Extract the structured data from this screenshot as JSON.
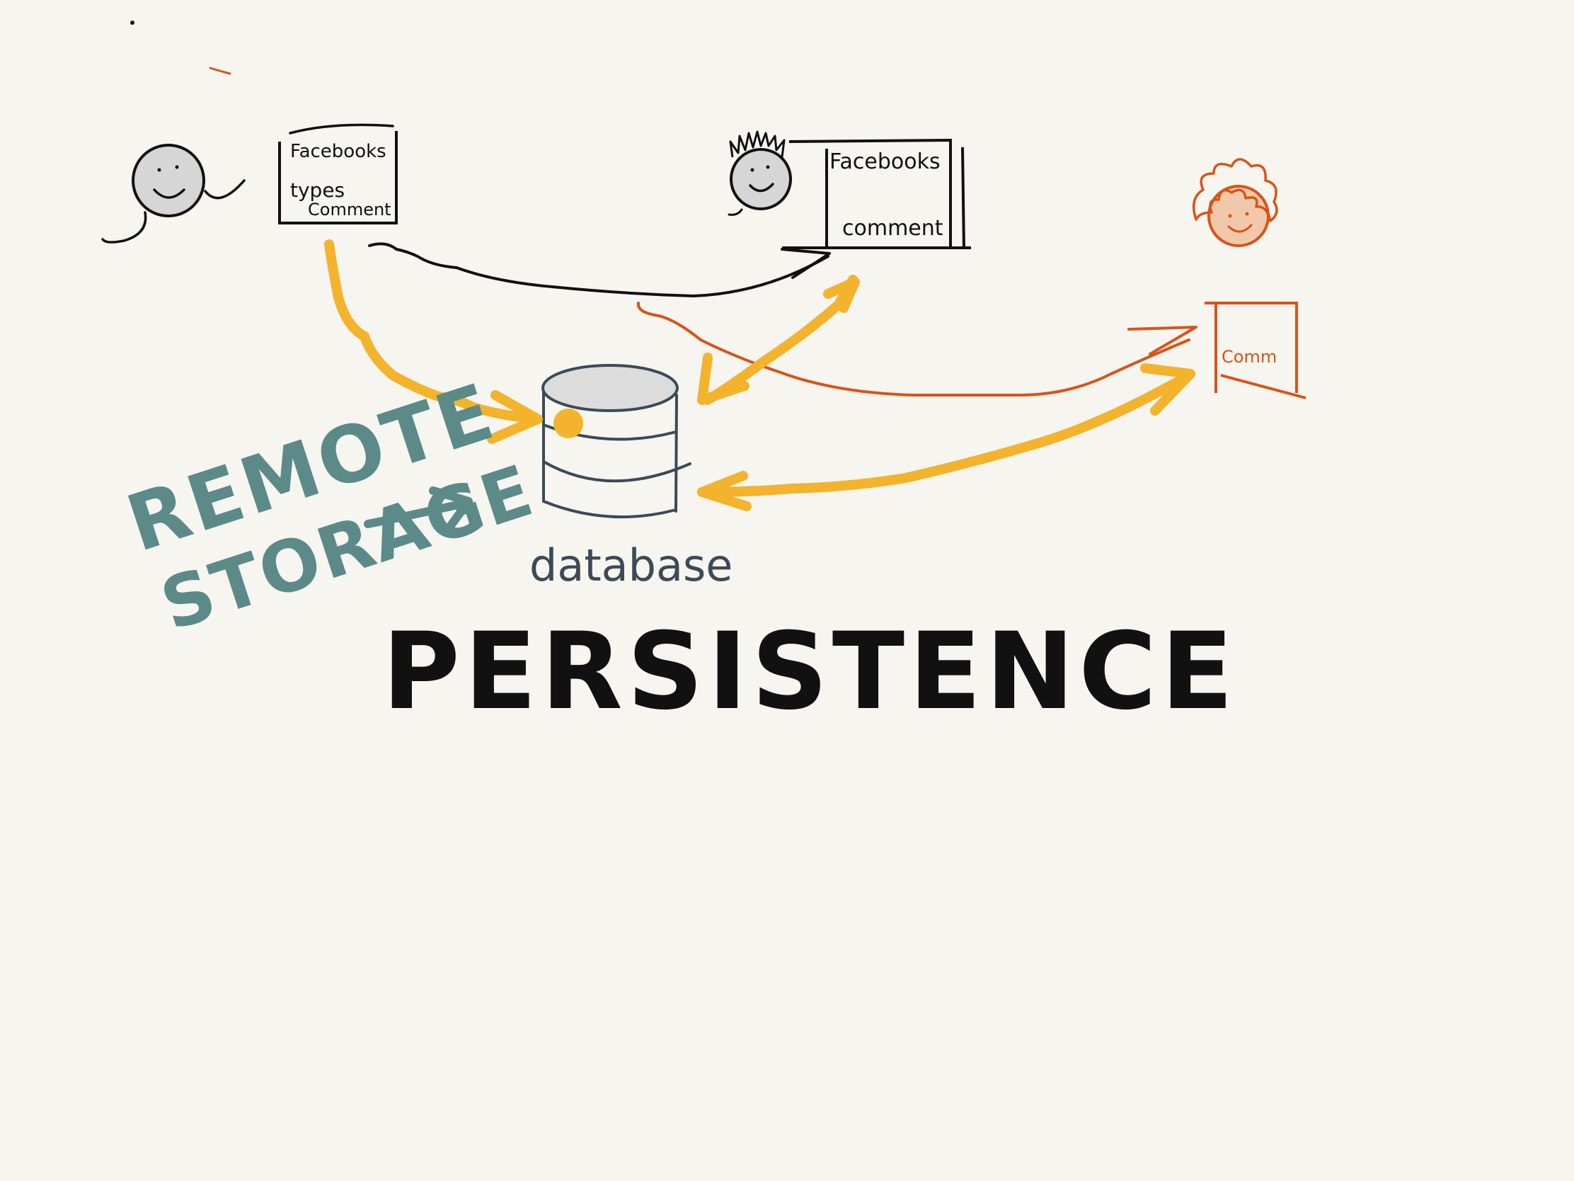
{
  "diagram": {
    "title": "PERSISTENCE",
    "side_label_line1": "REMOTE",
    "side_label_line2": "STORAGE",
    "database_label": "database",
    "user1_window": {
      "app_name": "Facebooks",
      "line1": "types",
      "line2": "Comment"
    },
    "user2_window": {
      "app_name": "Facebooks",
      "line1": "comment"
    },
    "user3_window": {
      "line1": "Comm"
    }
  },
  "colors": {
    "background": "#f6f5f0",
    "ink": "#111111",
    "yellow": "#f3b32c",
    "teal": "#5b8a89",
    "orange": "#d85418",
    "database": "#3c4a57",
    "face_gray": "#d6d6d6",
    "face_peach": "#f1c9aa"
  },
  "icons": [
    "user-face-icon",
    "database-icon",
    "arrow-icon"
  ]
}
